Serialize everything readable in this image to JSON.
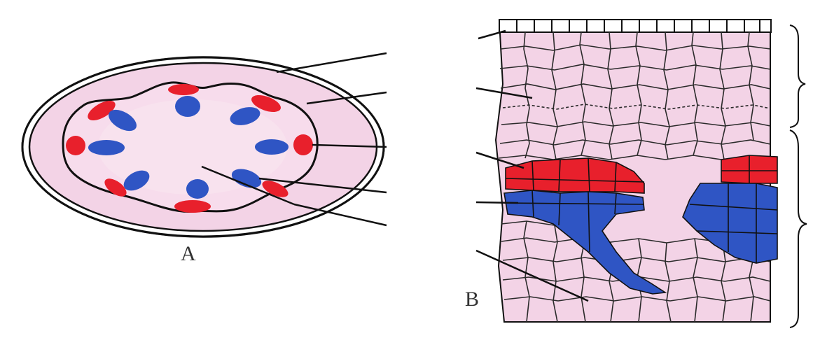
{
  "panels": [
    {
      "id": "A",
      "label": "A"
    },
    {
      "id": "B",
      "label": "B"
    }
  ],
  "colors": {
    "background": "#ffffff",
    "tissue_fill": "#f3d3e6",
    "phloem_red": "#e8202c",
    "xylem_blue": "#2f55c4",
    "outline": "#111111",
    "cell_wall": "#2a2a2a"
  }
}
